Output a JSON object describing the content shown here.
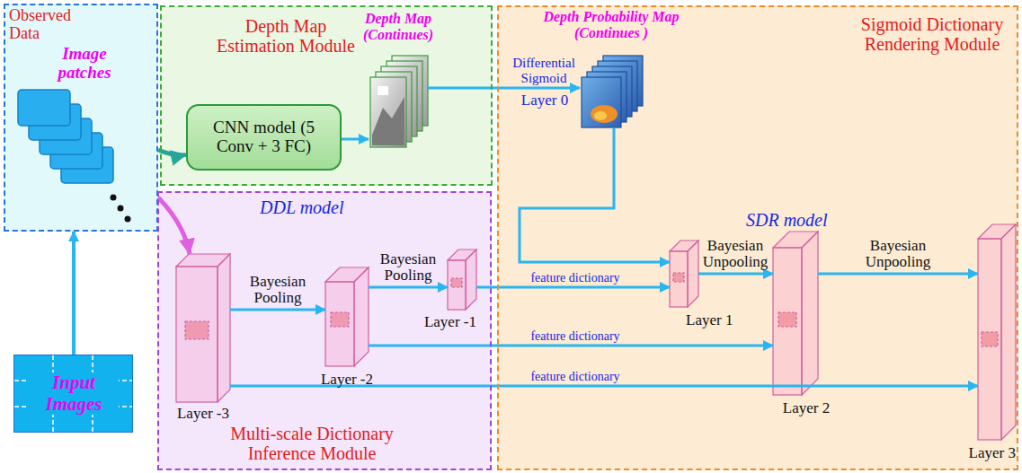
{
  "diagram": {
    "nodes": [
      {
        "text": [
          "Observed Data",
          "Image patches"
        ]
      },
      {
        "text": [
          "Input Images"
        ]
      },
      {
        "text": [
          "Depth Map Estimation Module"
        ]
      },
      {
        "text": [
          "CNN model (5 Conv + 3 FC)"
        ],
        "in": 2
      },
      {
        "text": [
          "Depth Map (Continues)"
        ],
        "in": 2
      },
      {
        "text": [
          "Sigmoid Dictionary Rendering Module",
          "SDR model"
        ]
      },
      {
        "text": [
          "Depth Probability Map (Continues )"
        ],
        "in": 5
      },
      {
        "text": [
          "DDL model",
          "Multi-scale Dictionary Inference Module"
        ]
      },
      {
        "text": [
          "Layer -3"
        ],
        "in": 7
      },
      {
        "text": [
          "Layer -2"
        ],
        "in": 7
      },
      {
        "text": [
          "Layer -1"
        ],
        "in": 7
      },
      {
        "text": [
          "Layer 1"
        ],
        "in": 5
      },
      {
        "text": [
          "Layer 2"
        ],
        "in": 5
      },
      {
        "text": [
          "Layer 3"
        ],
        "in": 5
      }
    ],
    "edges": [
      {
        "from": 0,
        "to": 3,
        "arrow": "to"
      },
      {
        "from": 0,
        "to": 8,
        "arrow": "to"
      },
      {
        "from": 1,
        "to": 0,
        "arrow": "to"
      },
      {
        "from": 3,
        "to": 4,
        "arrow": "to"
      },
      {
        "from": 4,
        "to": 6,
        "label": "Differential Sigmoid",
        "arrow": "to"
      },
      {
        "from": 6,
        "to": 11,
        "arrow": "to"
      },
      {
        "from": 8,
        "to": 9,
        "label": "Bayesian Pooling",
        "arrow": "to"
      },
      {
        "from": 9,
        "to": 10,
        "label": "Bayesian Pooling",
        "arrow": "to"
      },
      {
        "from": 10,
        "to": 11,
        "label": "feature dictionary",
        "arrow": "to"
      },
      {
        "from": 11,
        "to": 12,
        "label": "Bayesian Unpooling",
        "arrow": "to"
      },
      {
        "from": 12,
        "to": 13,
        "label": "Bayesian Unpooling",
        "arrow": "to"
      },
      {
        "from": 9,
        "to": 12,
        "label": "feature dictionary",
        "arrow": "to"
      },
      {
        "from": 8,
        "to": 13,
        "label": "feature dictionary",
        "arrow": "to"
      }
    ],
    "labels": [
      "Layer 0"
    ]
  }
}
